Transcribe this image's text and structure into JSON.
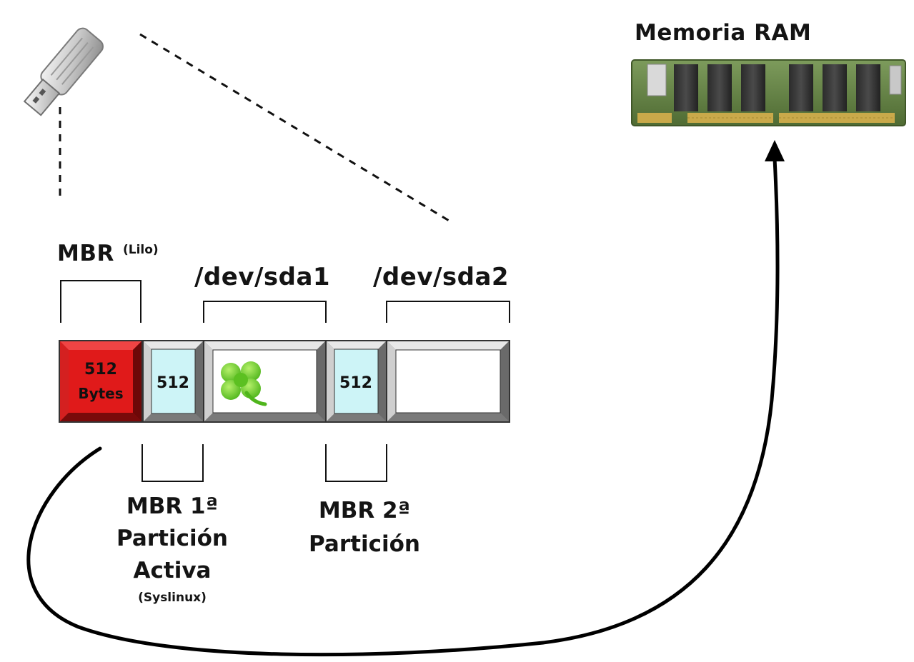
{
  "ram": {
    "title": "Memoria RAM"
  },
  "disk": {
    "mbr_label": "MBR",
    "mbr_sub": "(Lilo)",
    "sda1_label": "/dev/sda1",
    "sda2_label": "/dev/sda2",
    "mbr_block_line1": "512",
    "mbr_block_line2": "Bytes",
    "part1_mbr_block": "512",
    "part2_mbr_block": "512"
  },
  "labels": {
    "mbr1_line1": "MBR 1ª",
    "mbr1_line2": "Partición",
    "mbr1_line3": "Activa",
    "mbr1_line4": "(Syslinux)",
    "mbr2_line1": "MBR 2ª",
    "mbr2_line2": "Partición"
  },
  "colors": {
    "mbr_block": "#e01a1a",
    "partition_mbr_block": "#cdf4f7",
    "partition_block": "#f2f2f2",
    "pcb_green": "#5c7a3c",
    "clover_green": "#6fcf2c"
  },
  "icons": {
    "usb": "usb-drive-icon",
    "ram": "ram-module-icon",
    "clover": "clover-icon"
  }
}
